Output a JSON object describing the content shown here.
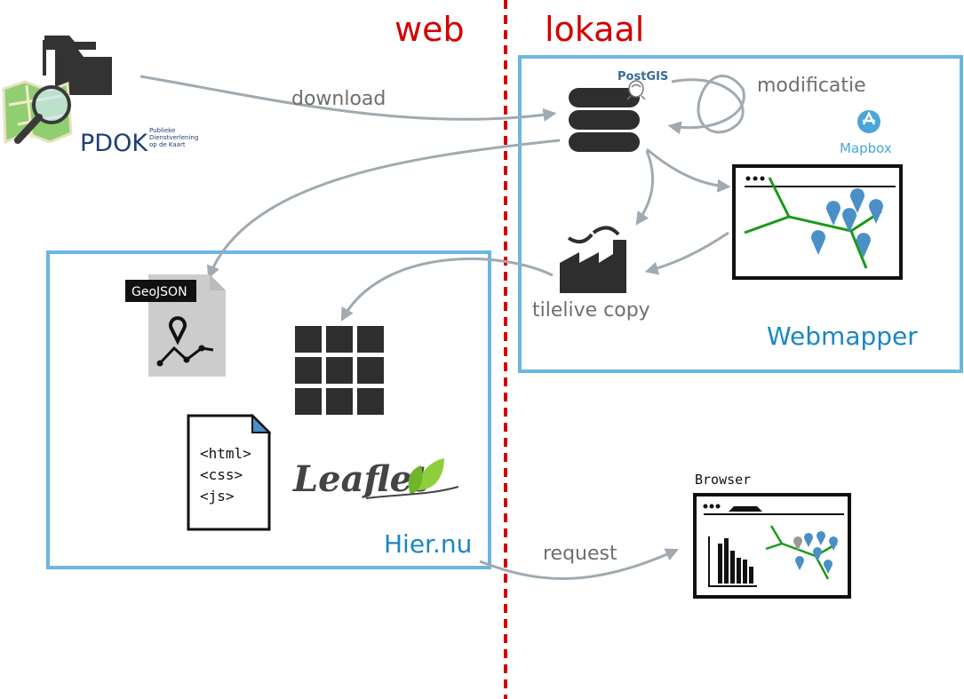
{
  "headings": {
    "web": "web",
    "lokaal": "lokaal"
  },
  "labels": {
    "download": "download",
    "modificatie": "modificatie",
    "tilelive_copy": "tilelive copy",
    "request": "request",
    "browser": "Browser",
    "webmapper": "Webmapper",
    "hiernu": "Hier.nu"
  },
  "logos": {
    "pdok": "PDOK",
    "pdok_sub": [
      "Publieke",
      "Dienstverlening",
      "op de Kaart"
    ],
    "postgis": "PostGIS",
    "mapbox": "Mapbox",
    "geojson": "GeoJSON",
    "leaflet": "Leaflet"
  },
  "code_file": {
    "lines": [
      "<html>",
      "<css>",
      "<js>"
    ]
  },
  "colors": {
    "divider": "#d40000",
    "box_border": "#6ab7e2",
    "arrow": "#a0aab0",
    "route": "#1a9a1a",
    "marker": "#4a8fc7"
  },
  "icons": [
    "folder-icon",
    "map-magnifier-icon",
    "database-icon",
    "factory-icon",
    "tile-grid-icon",
    "html-file-icon",
    "geojson-file-icon",
    "browser-window-icon"
  ]
}
